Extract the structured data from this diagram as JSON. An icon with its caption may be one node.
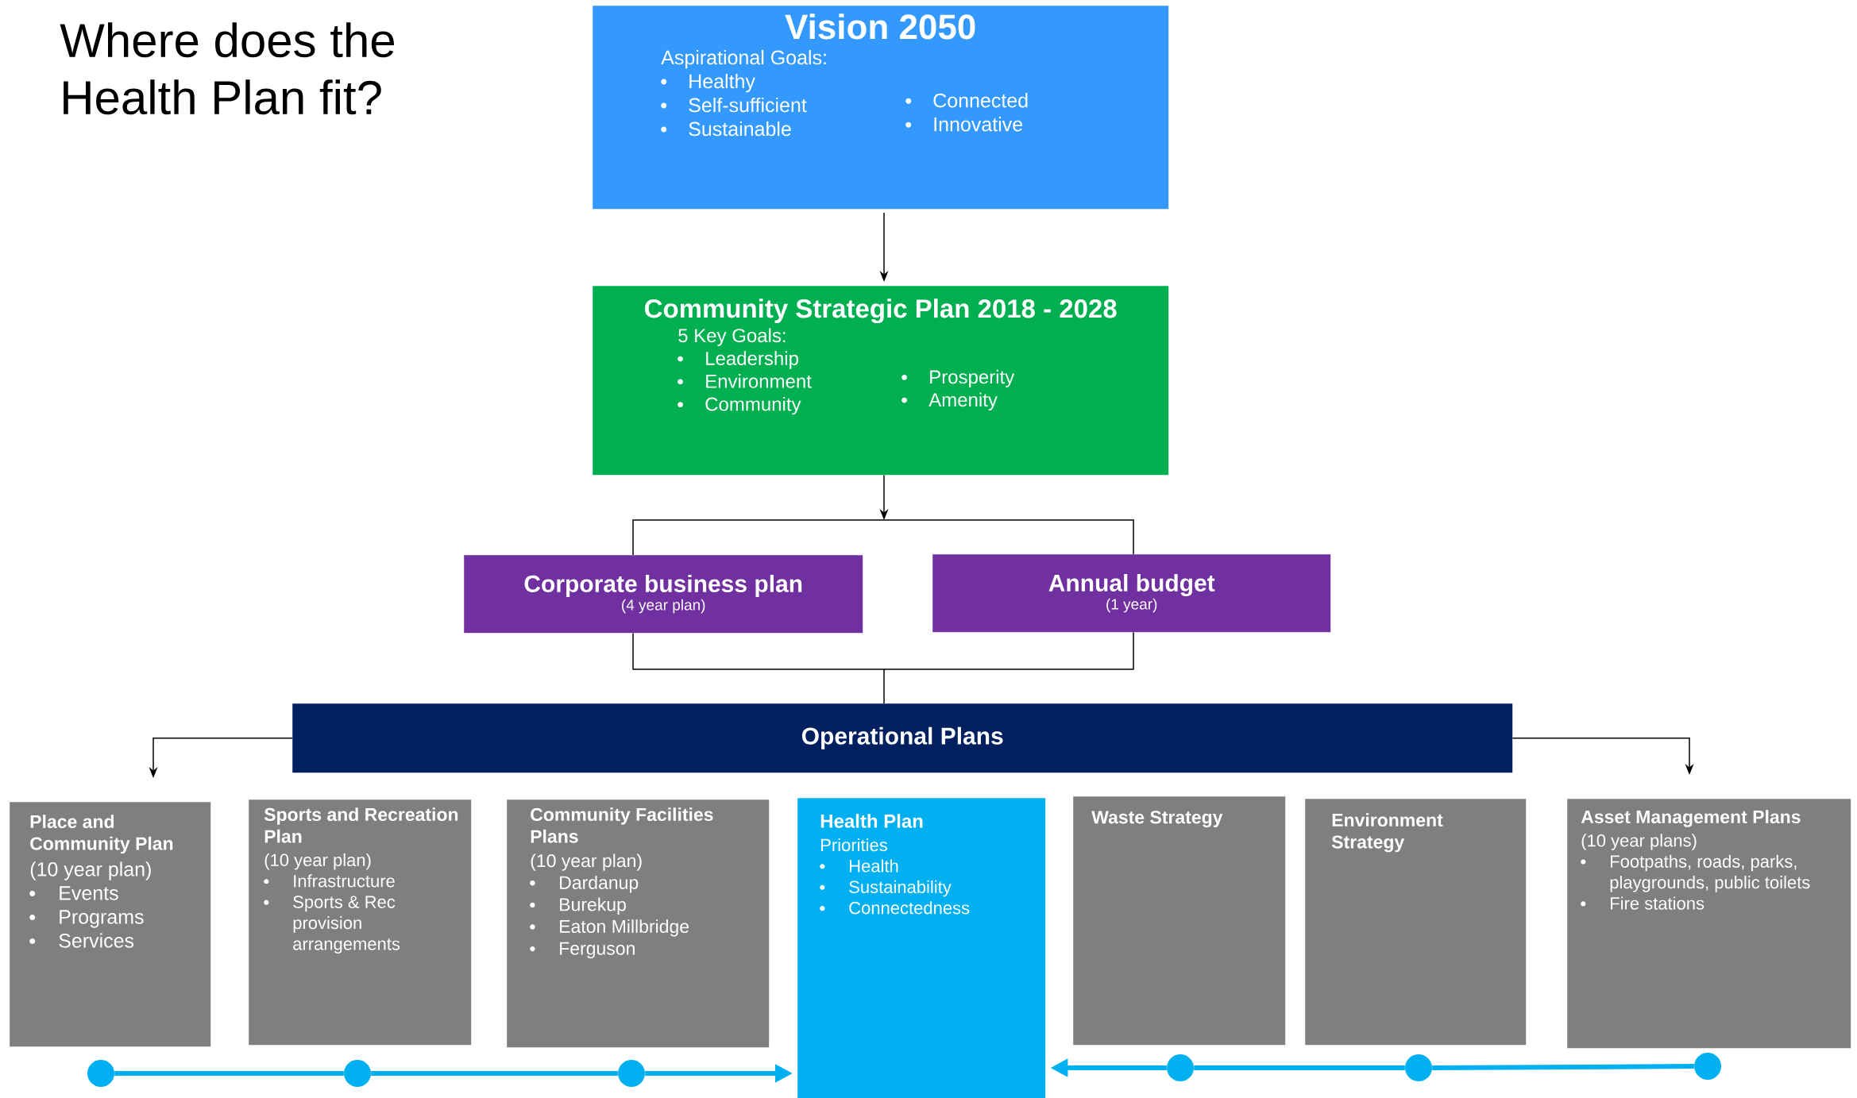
{
  "diagram": {
    "title": "Where does the Health Plan fit?",
    "nodes": [
      {
        "text": [
          "Vision 2050",
          "Aspirational Goals:",
          "Healthy",
          "Self-sufficient",
          "Sustainable",
          "Connected",
          "Innovative"
        ]
      },
      {
        "text": [
          "Community Strategic Plan 2018 - 2028",
          "5 Key Goals:",
          "Leadership",
          "Environment",
          "Community",
          "Prosperity",
          "Amenity"
        ]
      },
      {
        "text": [
          "Corporate business plan",
          "(4 year plan)"
        ]
      },
      {
        "text": [
          "Annual budget",
          "(1 year)"
        ]
      },
      {
        "text": [
          "Operational Plans"
        ]
      },
      {
        "text": [
          "Place and Community Plan",
          "(10 year plan)",
          "Events",
          "Programs",
          "Services"
        ]
      },
      {
        "text": [
          "Sports and Recreation Plan",
          "(10 year plan)",
          "Infrastructure",
          "Sports & Rec provision arrangements"
        ]
      },
      {
        "text": [
          "Community Facilities Plans",
          "(10 year plan)",
          "Dardanup",
          "Burekup",
          "Eaton Millbridge",
          "Ferguson"
        ]
      },
      {
        "text": [
          "Health Plan",
          "Priorities",
          "Health",
          "Sustainability",
          "Connectedness"
        ]
      },
      {
        "text": [
          "Waste Strategy"
        ]
      },
      {
        "text": [
          "Environment Strategy"
        ]
      },
      {
        "text": [
          "Asset Management Plans",
          "(10 year plans)",
          "Footpaths, roads, parks, playgrounds, public toilets",
          "Fire stations"
        ]
      },
      {
        "text": [],
        "shape": "circle"
      },
      {
        "text": [],
        "shape": "circle"
      },
      {
        "text": [],
        "shape": "circle"
      },
      {
        "text": [],
        "shape": "circle"
      },
      {
        "text": [],
        "shape": "circle"
      },
      {
        "text": [],
        "shape": "circle"
      }
    ],
    "edges": [
      {
        "from": 0,
        "to": 1,
        "arrow": "to"
      },
      {
        "from": 1,
        "to": null,
        "arrow": "to"
      },
      {
        "from": 2,
        "to": 3,
        "arrow": "none"
      },
      {
        "from": 2,
        "to": 3,
        "arrow": "none"
      },
      {
        "from": null,
        "to": 4,
        "arrow": "none"
      },
      {
        "from": 4,
        "to": 5,
        "arrow": "to"
      },
      {
        "from": 4,
        "to": 11,
        "arrow": "to"
      },
      {
        "from": 12,
        "to": 13,
        "arrow": "none",
        "style": "thick",
        "color": "#00b0f0"
      },
      {
        "from": 13,
        "to": 14,
        "arrow": "none",
        "style": "thick",
        "color": "#00b0f0"
      },
      {
        "from": 14,
        "to": 8,
        "arrow": "to",
        "style": "thick",
        "color": "#00b0f0"
      },
      {
        "from": 17,
        "to": 16,
        "arrow": "none",
        "style": "thick",
        "color": "#00b0f0"
      },
      {
        "from": 16,
        "to": 15,
        "arrow": "none",
        "style": "thick",
        "color": "#00b0f0"
      },
      {
        "from": 15,
        "to": 8,
        "arrow": "to",
        "style": "thick",
        "color": "#00b0f0"
      }
    ]
  }
}
